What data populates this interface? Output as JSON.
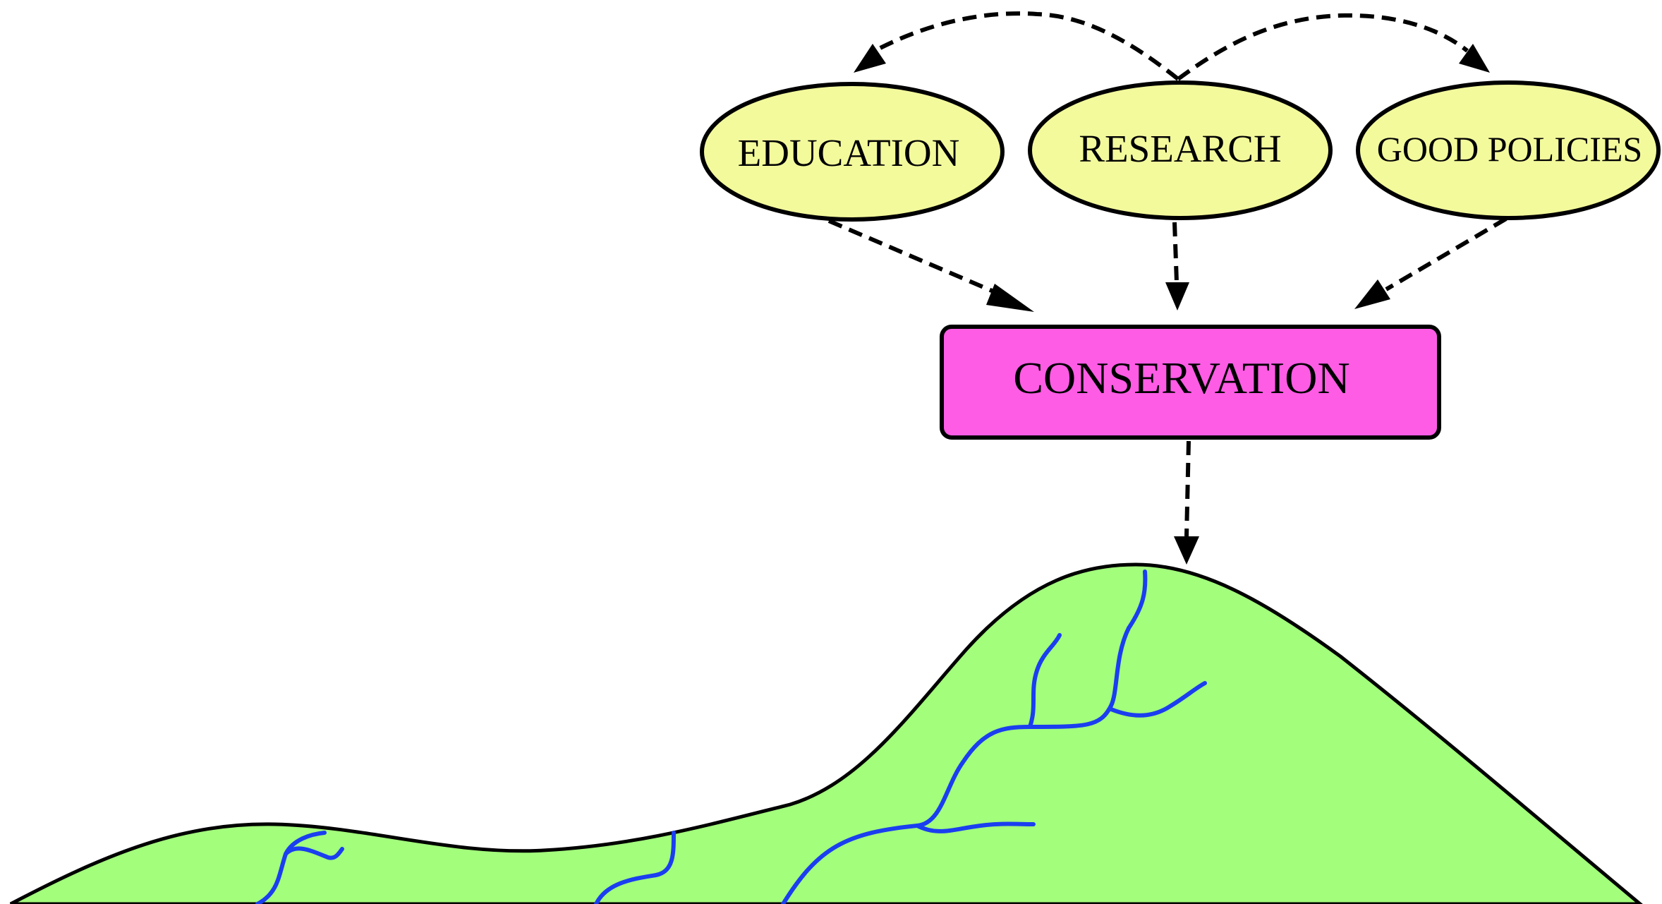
{
  "diagram": {
    "nodes": {
      "education": {
        "label": "EDUCATION"
      },
      "research": {
        "label": "RESEARCH"
      },
      "good_policies": {
        "label": "GOOD POLICIES"
      },
      "conservation": {
        "label": "CONSERVATION"
      }
    },
    "edges": [
      {
        "from": "research",
        "to": "education",
        "style": "dashed"
      },
      {
        "from": "research",
        "to": "good_policies",
        "style": "dashed"
      },
      {
        "from": "education",
        "to": "conservation",
        "style": "dashed"
      },
      {
        "from": "research",
        "to": "conservation",
        "style": "dashed"
      },
      {
        "from": "good_policies",
        "to": "conservation",
        "style": "dashed"
      },
      {
        "from": "conservation",
        "to": "landscape",
        "style": "dashed"
      }
    ],
    "landscape": {
      "icon": "hill-with-rivers-icon"
    },
    "colors": {
      "ellipse_fill": "#f3fa9c",
      "box_fill": "#ff5ce6",
      "hill_fill": "#a3fe7c",
      "river": "#1a3ef0",
      "line": "#000000"
    }
  }
}
